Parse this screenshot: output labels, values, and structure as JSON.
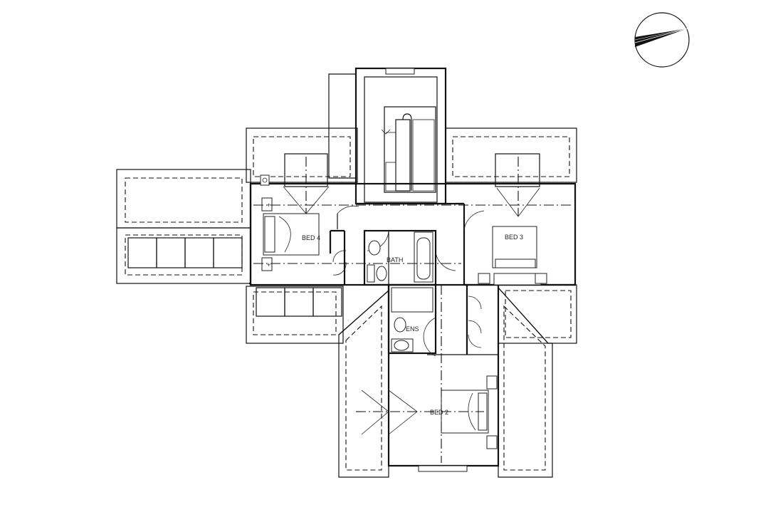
{
  "rooms": {
    "bed4": "BED 4",
    "bed3": "BED 3",
    "bath": "BATH",
    "ens": "ENS",
    "bed2": "BED 2"
  },
  "compass": {
    "icon": "north-arrow-icon"
  },
  "colors": {
    "line": "#111111",
    "background": "#ffffff"
  }
}
